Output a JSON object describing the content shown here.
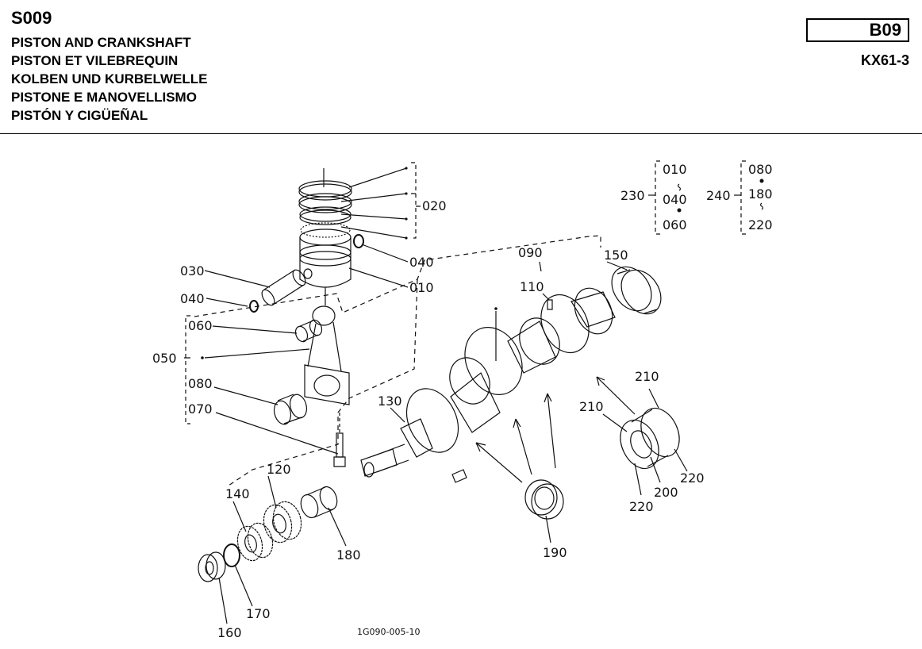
{
  "header": {
    "code": "S009",
    "titles": [
      "PISTON AND CRANKSHAFT",
      "PISTON ET VILEBREQUIN",
      "KOLBEN UND KURBELWELLE",
      "PISTONE E MANOVELLISMO",
      "PISTÓN Y CIGÜEÑAL"
    ],
    "page_ref": "B09",
    "model": "KX61-3"
  },
  "callouts": {
    "p010a": "010",
    "p020": "020",
    "p030": "030",
    "p040a": "040",
    "p040b": "040",
    "p050": "050",
    "p060": "060",
    "p070": "070",
    "p080": "080",
    "p090": "090",
    "p110": "110",
    "p120": "120",
    "p130": "130",
    "p140": "140",
    "p150": "150",
    "p160": "160",
    "p170": "170",
    "p180": "180",
    "p190": "190",
    "p200": "200",
    "p210a": "210",
    "p210b": "210",
    "p220a": "220",
    "p220b": "220"
  },
  "sets": {
    "s230": {
      "label": "230",
      "top": "010",
      "mid": "040",
      "bottom": "060"
    },
    "s240": {
      "label": "240",
      "top": "080",
      "mid": "180",
      "bottom": "220"
    }
  },
  "figure_number": "1G090-005-10"
}
